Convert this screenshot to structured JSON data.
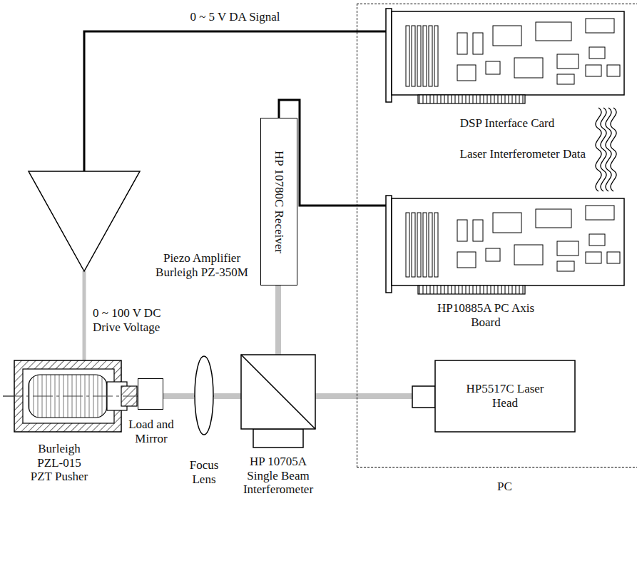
{
  "diagram": {
    "nodes": [
      {
        "text": [
          "PC"
        ]
      },
      {
        "text": [
          "DSP Interface Card"
        ],
        "in": 0
      },
      {
        "text": [
          "HP10885A PC Axis Board"
        ],
        "in": 0
      },
      {
        "text": [
          "HP 10780C Receiver"
        ]
      },
      {
        "text": [
          "Piezo Amplifier Burleigh PZ-350M"
        ]
      },
      {
        "text": [
          "Burleigh PZL-015 PZT Pusher"
        ]
      },
      {
        "text": [
          "Load and Mirror"
        ]
      },
      {
        "text": [
          "Focus Lens"
        ]
      },
      {
        "text": [
          "HP 10705A Single Beam Interferometer"
        ]
      },
      {
        "text": [
          "HP5517C Laser Head"
        ]
      }
    ],
    "edges": [
      {
        "from": 1,
        "to": 4,
        "label": "0 ~ 5 V DA Signal",
        "arrow": "none"
      },
      {
        "from": 1,
        "to": 2,
        "label": "Laser Interferometer Data",
        "arrow": "none"
      },
      {
        "from": 3,
        "to": 2,
        "arrow": "none"
      },
      {
        "from": 4,
        "to": 5,
        "label": "0 ~ 100 V DC Drive Voltage",
        "arrow": "none"
      },
      {
        "from": 8,
        "to": 3,
        "arrow": "none"
      },
      {
        "from": 9,
        "to": 8,
        "arrow": "none"
      },
      {
        "from": 8,
        "to": 7,
        "arrow": "none"
      },
      {
        "from": 7,
        "to": 6,
        "arrow": "none"
      }
    ]
  }
}
